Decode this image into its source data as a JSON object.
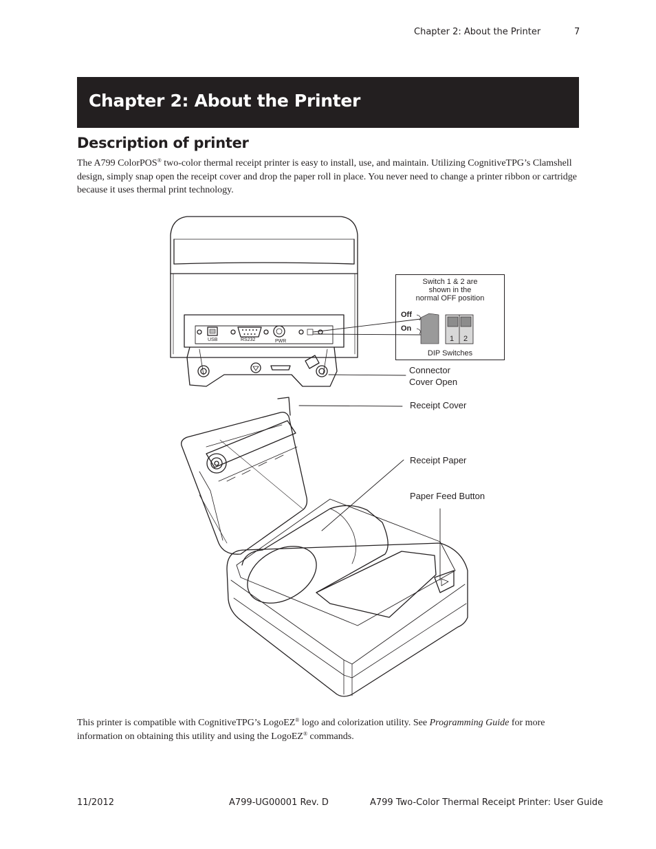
{
  "header": {
    "running_title": "Chapter 2: About the Printer",
    "page_number": "7"
  },
  "chapter": {
    "title": "Chapter 2: About the Printer"
  },
  "section": {
    "title": "Description of printer"
  },
  "intro": {
    "part1": "The A799 ColorPOS",
    "reg": "®",
    "part2": " two-color thermal receipt printer is easy to install, use, and maintain.  Utilizing CognitiveTPG’s Clamshell design, simply snap open the receipt cover and drop the paper roll in place. You never need to change a printer ribbon or cartridge because it uses thermal print technology."
  },
  "figure": {
    "dip_note_line1": "Switch 1 & 2 are",
    "dip_note_line2": "shown in the",
    "dip_note_line3": "normal OFF position",
    "off_label": "Off",
    "on_label": "On",
    "switch_1": "1",
    "switch_2": "2",
    "dip_caption": "DIP Switches",
    "port_usb": "USB",
    "port_rs232": "RS232",
    "port_pwr": "PWR",
    "connector_line1": "Connector",
    "connector_line2": "Cover Open",
    "receipt_cover": "Receipt Cover",
    "receipt_paper": "Receipt Paper",
    "paper_feed_button": "Paper Feed Button"
  },
  "outro": {
    "part1": "This printer is compatible with CognitiveTPG’s LogoEZ",
    "reg1": "®",
    "part2": " logo and colorization utility. See ",
    "guide": "Programming Guide",
    "part3": " for more information on obtaining this utility and using the LogoEZ",
    "reg2": "®",
    "part4": " commands."
  },
  "footer": {
    "date": "11/2012",
    "doc_number": "A799-UG00001 Rev. D",
    "doc_title": "A799 Two-Color Thermal Receipt Printer: User Guide"
  }
}
